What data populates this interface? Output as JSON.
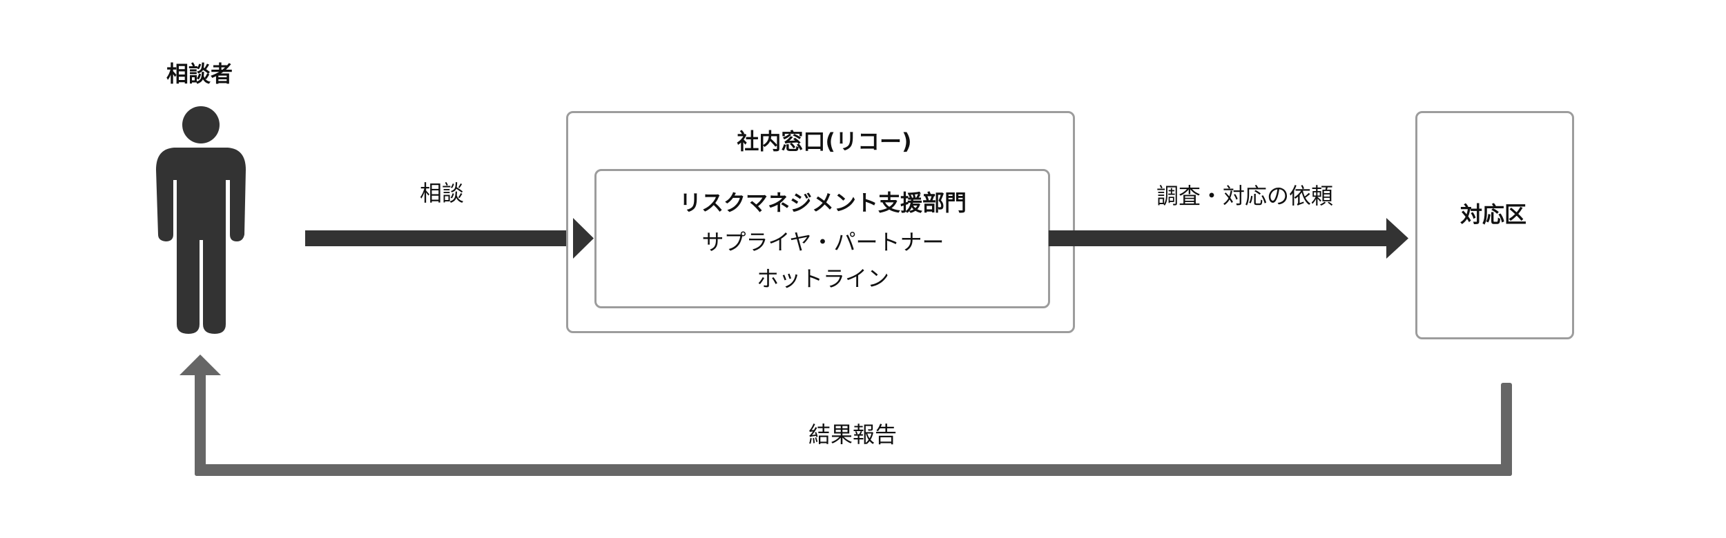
{
  "diagram": {
    "consultant": {
      "label": "相談者",
      "icon": "person-icon"
    },
    "arrow_consult": {
      "label": "相談",
      "color": "#333333"
    },
    "internal_desk": {
      "title": "社内窓口(リコー)",
      "department": {
        "name": "リスクマネジメント支援部門",
        "line2": "サプライヤ・パートナー",
        "line3": "ホットライン"
      }
    },
    "arrow_request": {
      "label": "調査・対応の依頼",
      "color": "#333333"
    },
    "responder": {
      "label": "対応区"
    },
    "arrow_report": {
      "label": "結果報告",
      "color": "#666666"
    },
    "colors": {
      "box_border": "#9c9c9c",
      "figure": "#333333",
      "text": "#111111"
    }
  }
}
